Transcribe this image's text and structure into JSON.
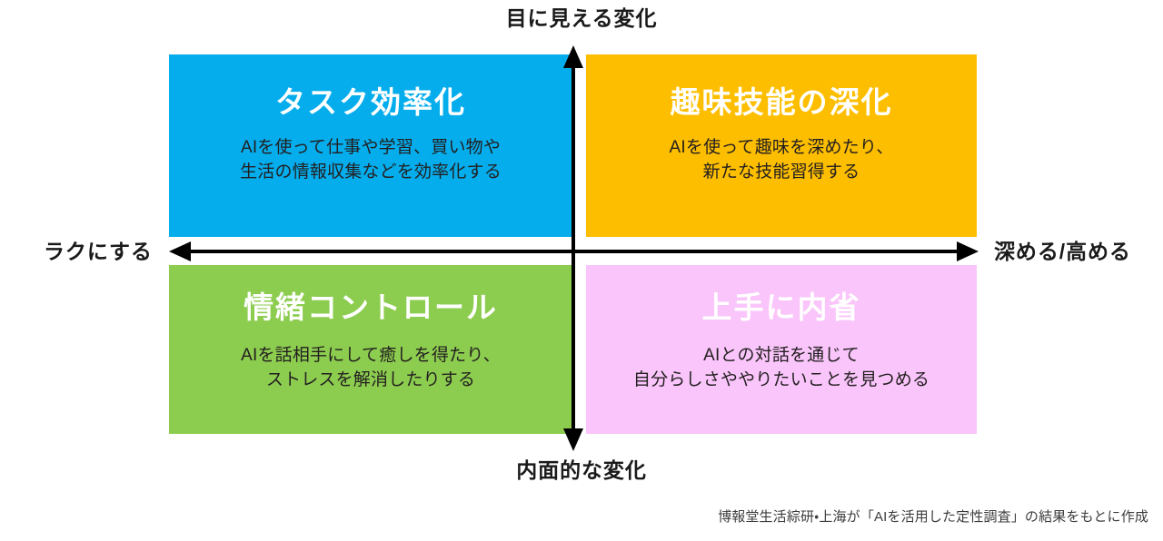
{
  "axis_labels": {
    "top": "目に見える変化",
    "bottom": "内面的な変化",
    "left": "ラクにする",
    "right": "深める/高める"
  },
  "quadrants": [
    {
      "key": "task",
      "position": "top-left",
      "title": "タスク効率化",
      "desc_line1": "AIを使って仕事や学習、買い物や",
      "desc_line2": "生活の情報収集などを効率化する",
      "color": "#05adec",
      "title_color": "#ffffff"
    },
    {
      "key": "hobby",
      "position": "top-right",
      "title": "趣味技能の深化",
      "desc_line1": "AIを使って趣味を深めたり、",
      "desc_line2": "新たな技能習得する",
      "color": "#fdbe00",
      "title_color": "#ffffff"
    },
    {
      "key": "emotion",
      "position": "bottom-left",
      "title": "情緒コントロール",
      "desc_line1": "AIを話相手にして癒しを得たり、",
      "desc_line2": "ストレスを解消したりする",
      "color": "#8ccc4f",
      "title_color": "#ffffff"
    },
    {
      "key": "reflect",
      "position": "bottom-right",
      "title": "上手に内省",
      "desc_line1": "AIとの対話を通じて",
      "desc_line2": "自分らしさややりたいことを見つめる",
      "color": "#f9c5fa",
      "title_color": "#ffffff"
    }
  ],
  "footnote": "博報堂生活綜研・上海が「AIを活用した定性調査」の結果をもとに作成",
  "axis_color": "#000000",
  "background_color": "#ffffff",
  "chart_data": {
    "type": "matrix-2x2",
    "title": "",
    "xlabel_left": "ラクにする",
    "xlabel_right": "深める/高める",
    "ylabel_top": "目に見える変化",
    "ylabel_bottom": "内面的な変化",
    "cells": [
      {
        "x": "ラクにする",
        "y": "目に見える変化",
        "label": "タスク効率化",
        "detail": "AIを使って仕事や学習、買い物や生活の情報収集などを効率化する",
        "color": "#05adec"
      },
      {
        "x": "深める/高める",
        "y": "目に見える変化",
        "label": "趣味技能の深化",
        "detail": "AIを使って趣味を深めたり、新たな技能習得する",
        "color": "#fdbe00"
      },
      {
        "x": "ラクにする",
        "y": "内面的な変化",
        "label": "情緒コントロール",
        "detail": "AIを話相手にして癒しを得たり、ストレスを解消したりする",
        "color": "#8ccc4f"
      },
      {
        "x": "深める/高める",
        "y": "内面的な変化",
        "label": "上手に内省",
        "detail": "AIとの対話を通じて自分らしさややりたいことを見つめる",
        "color": "#f9c5fa"
      }
    ],
    "source": "博報堂生活綜研・上海が「AIを活用した定性調査」の結果をもとに作成"
  }
}
